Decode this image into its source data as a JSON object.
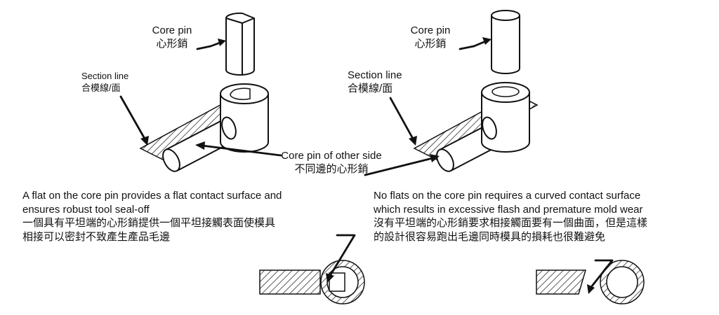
{
  "left": {
    "core_pin_label_en": "Core pin",
    "core_pin_label_zh": "心形銷",
    "section_line_label_en": "Section line",
    "section_line_label_zh": "合模線/面",
    "description_en": [
      "A flat on the core pin provides a flat contact surface and",
      "ensures robust tool seal-off"
    ],
    "description_zh": [
      "一個具有平坦端的心形銷提供一個平坦接觸表面使模具",
      "相接可以密封不致產生產品毛邊"
    ]
  },
  "right": {
    "core_pin_label_en": "Core pin",
    "core_pin_label_zh": "心形銷",
    "section_line_label_en": "Section line",
    "section_line_label_zh": "合模線/面",
    "description_en": [
      "No flats on the core pin requires a curved contact surface",
      "which results in excessive flash and premature mold wear"
    ],
    "description_zh": [
      "沒有平坦端的心形銷要求相接觸面要有一個曲面，但是這樣",
      "的設計很容易跑出毛邊同時模具的損耗也很難避免"
    ]
  },
  "shared": {
    "other_side_label_en": "Core pin of other side",
    "other_side_label_zh": "不同邊的心形銷"
  },
  "colors": {
    "ink": "#111111",
    "background": "#ffffff"
  }
}
